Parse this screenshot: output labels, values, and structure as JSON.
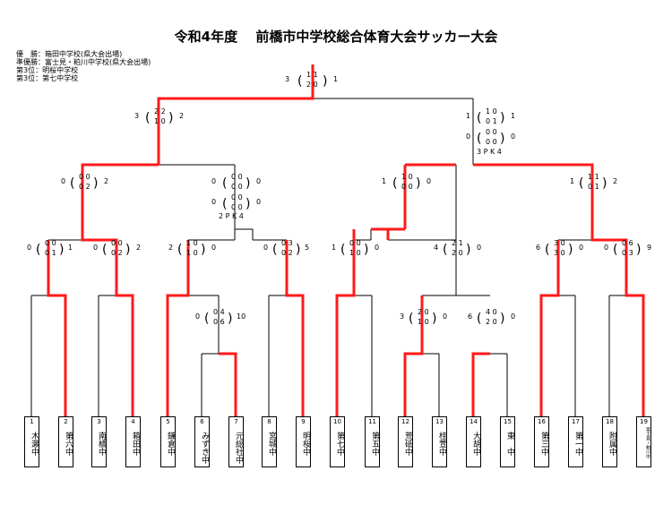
{
  "title": "令和4年度　 前橋市中学校総合体育大会サッカー大会",
  "results": [
    "優　勝：箱田中学校(県大会出場)",
    "準優勝：富士見・粕川中学校(県大会出場)",
    "第3位：明桜中学校",
    "第3位：第七中学校"
  ],
  "teams": [
    {
      "no": "1",
      "name": "木瀬中"
    },
    {
      "no": "2",
      "name": "第六中"
    },
    {
      "no": "3",
      "name": "南橘中"
    },
    {
      "no": "4",
      "name": "箱田中"
    },
    {
      "no": "5",
      "name": "鎌倉中"
    },
    {
      "no": "6",
      "name": "みずき中"
    },
    {
      "no": "7",
      "name": "元総社中"
    },
    {
      "no": "8",
      "name": "宮城中"
    },
    {
      "no": "9",
      "name": "明桜中"
    },
    {
      "no": "10",
      "name": "第七中"
    },
    {
      "no": "11",
      "name": "第五中"
    },
    {
      "no": "12",
      "name": "荒砥中"
    },
    {
      "no": "13",
      "name": "桂萱中"
    },
    {
      "no": "14",
      "name": "大胡中"
    },
    {
      "no": "15",
      "name": "東　中"
    },
    {
      "no": "16",
      "name": "第三中"
    },
    {
      "no": "17",
      "name": "第一中"
    },
    {
      "no": "18",
      "name": "附属中"
    },
    {
      "no": "19",
      "name": "富士見・粕川中"
    }
  ],
  "scores": {
    "final": {
      "left": "3",
      "h1": "1 1",
      "h2": "2 0",
      "right": "1"
    },
    "sf_left": {
      "left": "3",
      "h1": "2 2",
      "h2": "1 0",
      "right": "2"
    },
    "sf_right": {
      "left": "1",
      "h1": "1 0",
      "h2": "0 1",
      "right": "1",
      "ot_left": "0",
      "ot1": "0 0",
      "ot2": "0 0",
      "ot_right": "0",
      "pk": "3 P K 4"
    },
    "qf1": {
      "left": "0",
      "h1": "0 0",
      "h2": "0 2",
      "right": "2"
    },
    "qf2": {
      "left": "0",
      "h1": "0 0",
      "h2": "0 0",
      "right": "0",
      "ot_left": "0",
      "ot1": "0 0",
      "ot2": "0 0",
      "ot_right": "0",
      "pk": "2 P K 4"
    },
    "qf3": {
      "left": "1",
      "h1": "1 0",
      "h2": "0 0",
      "right": "0"
    },
    "qf4": {
      "left": "1",
      "h1": "1 1",
      "h2": "0 1",
      "right": "2"
    },
    "r2_1": {
      "left": "0",
      "h1": "0 0",
      "h2": "0 1",
      "right": "1"
    },
    "r2_2": {
      "left": "0",
      "h1": "0 0",
      "h2": "0 2",
      "right": "2"
    },
    "r2_3": {
      "left": "2",
      "h1": "1 0",
      "h2": "1 0",
      "right": "0"
    },
    "r2_4": {
      "left": "0",
      "h1": "0 3",
      "h2": "0 2",
      "right": "5"
    },
    "r2_5": {
      "left": "1",
      "h1": "0 0",
      "h2": "1 0",
      "right": "0"
    },
    "r2_6": {
      "left": "4",
      "h1": "2 1",
      "h2": "2 0",
      "right": "0"
    },
    "r2_7": {
      "left": "6",
      "h1": "3 0",
      "h2": "3 0",
      "right": "0"
    },
    "r2_8": {
      "left": "0",
      "h1": "0 6",
      "h2": "0 3",
      "right": "9"
    },
    "r1_a": {
      "left": "0",
      "h1": "0 4",
      "h2": "0 6",
      "right": "10"
    },
    "r1_b": {
      "left": "3",
      "h1": "2 0",
      "h2": "1 0",
      "right": "0"
    },
    "r1_c": {
      "left": "6",
      "h1": "4 0",
      "h2": "2 0",
      "right": "0"
    }
  },
  "colors": {
    "win": "#ff1a1a",
    "line": "#000000"
  }
}
